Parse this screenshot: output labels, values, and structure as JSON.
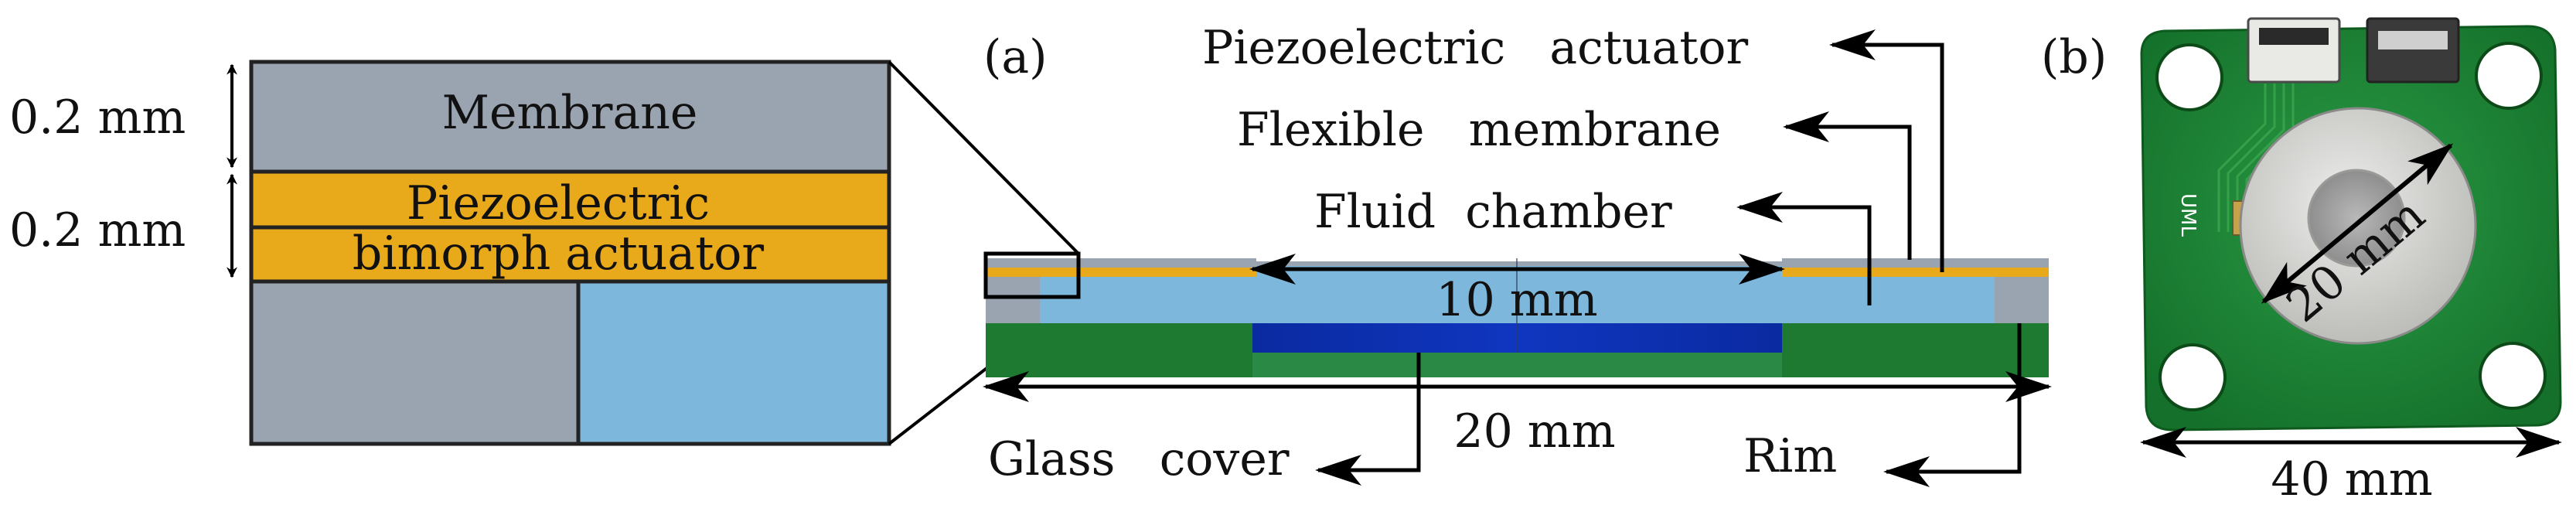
{
  "inset": {
    "dim_top": "0.2 mm",
    "dim_bottom": "0.2 mm",
    "membrane_label": "Membrane",
    "actuator_label_line1": "Piezoelectric",
    "actuator_label_line2": "bimorph actuator"
  },
  "panel_a": {
    "panel_label": "(a)",
    "piezo_label": "Piezoelectric   actuator",
    "membrane_label": "Flexible   membrane",
    "chamber_label": "Fluid  chamber",
    "inner_dim": "10 mm",
    "outer_dim": "20 mm",
    "glass_label": "Glass   cover",
    "rim_label": "Rim"
  },
  "panel_b": {
    "panel_label": "(b)",
    "diameter_label": "20 mm",
    "width_label": "40 mm",
    "board_text": "UML"
  },
  "colors": {
    "membrane": "#9aa3b0",
    "piezo": "#e8a91a",
    "fluid": "#7eb7dc",
    "pcb": "#1e8a3a",
    "pcb_dark": "#116b22",
    "lens": "#0a2ea8",
    "metal": "#d8d8d6"
  }
}
